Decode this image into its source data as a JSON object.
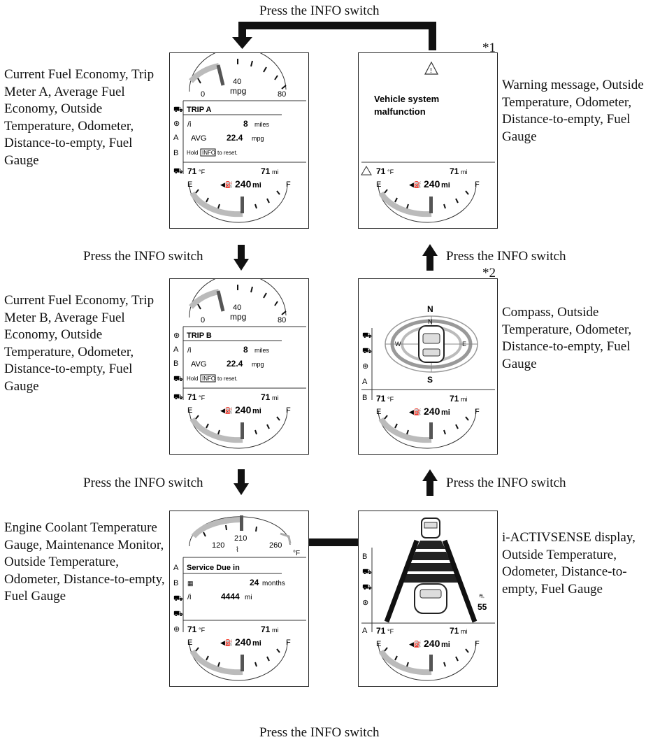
{
  "press_label": "Press the INFO switch",
  "star1": "*1",
  "star2": "*2",
  "descriptions": {
    "trip_a": "Current Fuel Economy, Trip Meter A, Average Fuel Economy, Outside Temperature, Odometer, Distance-to-empty, Fuel Gauge",
    "trip_b": "Current Fuel Economy, Trip Meter B, Average Fuel Economy, Outside Temperature, Odometer, Distance-to-empty, Fuel Gauge",
    "coolant": "Engine Coolant Temperature Gauge, Maintenance Monitor, Outside Temperature, Odometer, Distance-to-empty, Fuel Gauge",
    "warning": "Warning message, Outside Temperature, Odometer, Distance-to-empty, Fuel Gauge",
    "compass": "Compass, Outside Temperature, Odometer, Distance-to-empty, Fuel Gauge",
    "activsense": "i-ACTIVSENSE display, Outside Temperature, Odometer, Distance-to-empty, Fuel Gauge"
  },
  "display": {
    "temp_value": "71",
    "temp_unit": "°F",
    "odo_value": "71",
    "odo_unit": "mi",
    "dte_value": "240",
    "dte_unit": "mi",
    "fuel_empty": "E",
    "fuel_full": "F",
    "mpg_low": "0",
    "mpg_mid": "40",
    "mpg_high": "80",
    "mpg_unit": "mpg",
    "trip_a_title": "TRIP A",
    "trip_b_title": "TRIP B",
    "trip_distance": "8",
    "trip_distance_unit": "miles",
    "avg_label": "AVG",
    "avg_value": "22.4",
    "avg_unit": "mpg",
    "hold_text": "Hold",
    "info_key": "INFO",
    "reset_text": "to reset.",
    "warning_line1": "Vehicle system",
    "warning_line2": "malfunction",
    "coolant_low": "120",
    "coolant_mid": "210",
    "coolant_high": "260",
    "coolant_unit": "°F",
    "service_title": "Service Due in",
    "service_months": "24",
    "service_months_unit": "months",
    "service_miles": "4444",
    "service_miles_unit": "mi",
    "compass_n": "N",
    "compass_s": "S",
    "speed_limit": "55",
    "icon_a": "A",
    "icon_b": "B"
  }
}
